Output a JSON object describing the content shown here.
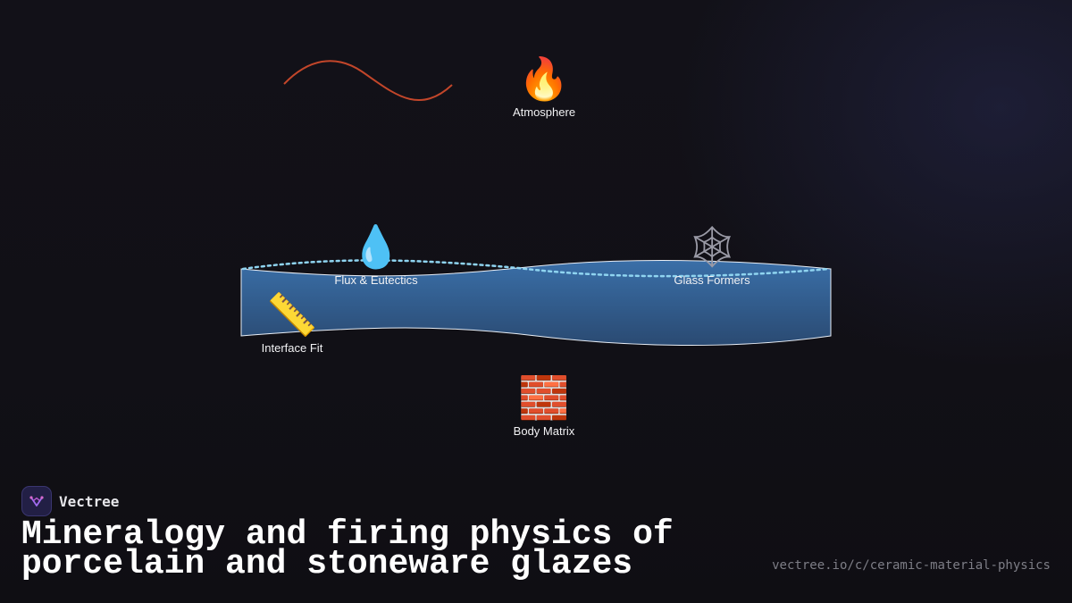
{
  "diagram": {
    "nodes": {
      "atmosphere": {
        "icon": "flame-icon",
        "glyph": "🔥",
        "label": "Atmosphere"
      },
      "flux": {
        "icon": "droplet-icon",
        "glyph": "💧",
        "label": "Flux & Eutectics"
      },
      "glass": {
        "icon": "network-web-icon",
        "glyph": "🕸",
        "label": "Glass Formers"
      },
      "interface": {
        "icon": "ruler-icon",
        "glyph": "📏",
        "label": "Interface Fit"
      },
      "body": {
        "icon": "brick-icon",
        "glyph": "🧱",
        "label": "Body Matrix"
      }
    },
    "colors": {
      "glaze_band_top": "#3a6fa8",
      "glaze_band_bottom": "#2a4a72",
      "heat_wave": "#c2462a",
      "melt_line": "#8fd4f0",
      "water": "#3ab0f0",
      "flame": "#f5a623",
      "web": "#9a9aa6",
      "ruler": "#a8c8e0",
      "brick": "#c8432b"
    }
  },
  "footer": {
    "brand_icon": "vectree-logo-icon",
    "brand_name": "Vectree",
    "title": "Mineralogy and firing physics of porcelain and stoneware glazes",
    "url": "vectree.io/c/ceramic-material-physics"
  }
}
